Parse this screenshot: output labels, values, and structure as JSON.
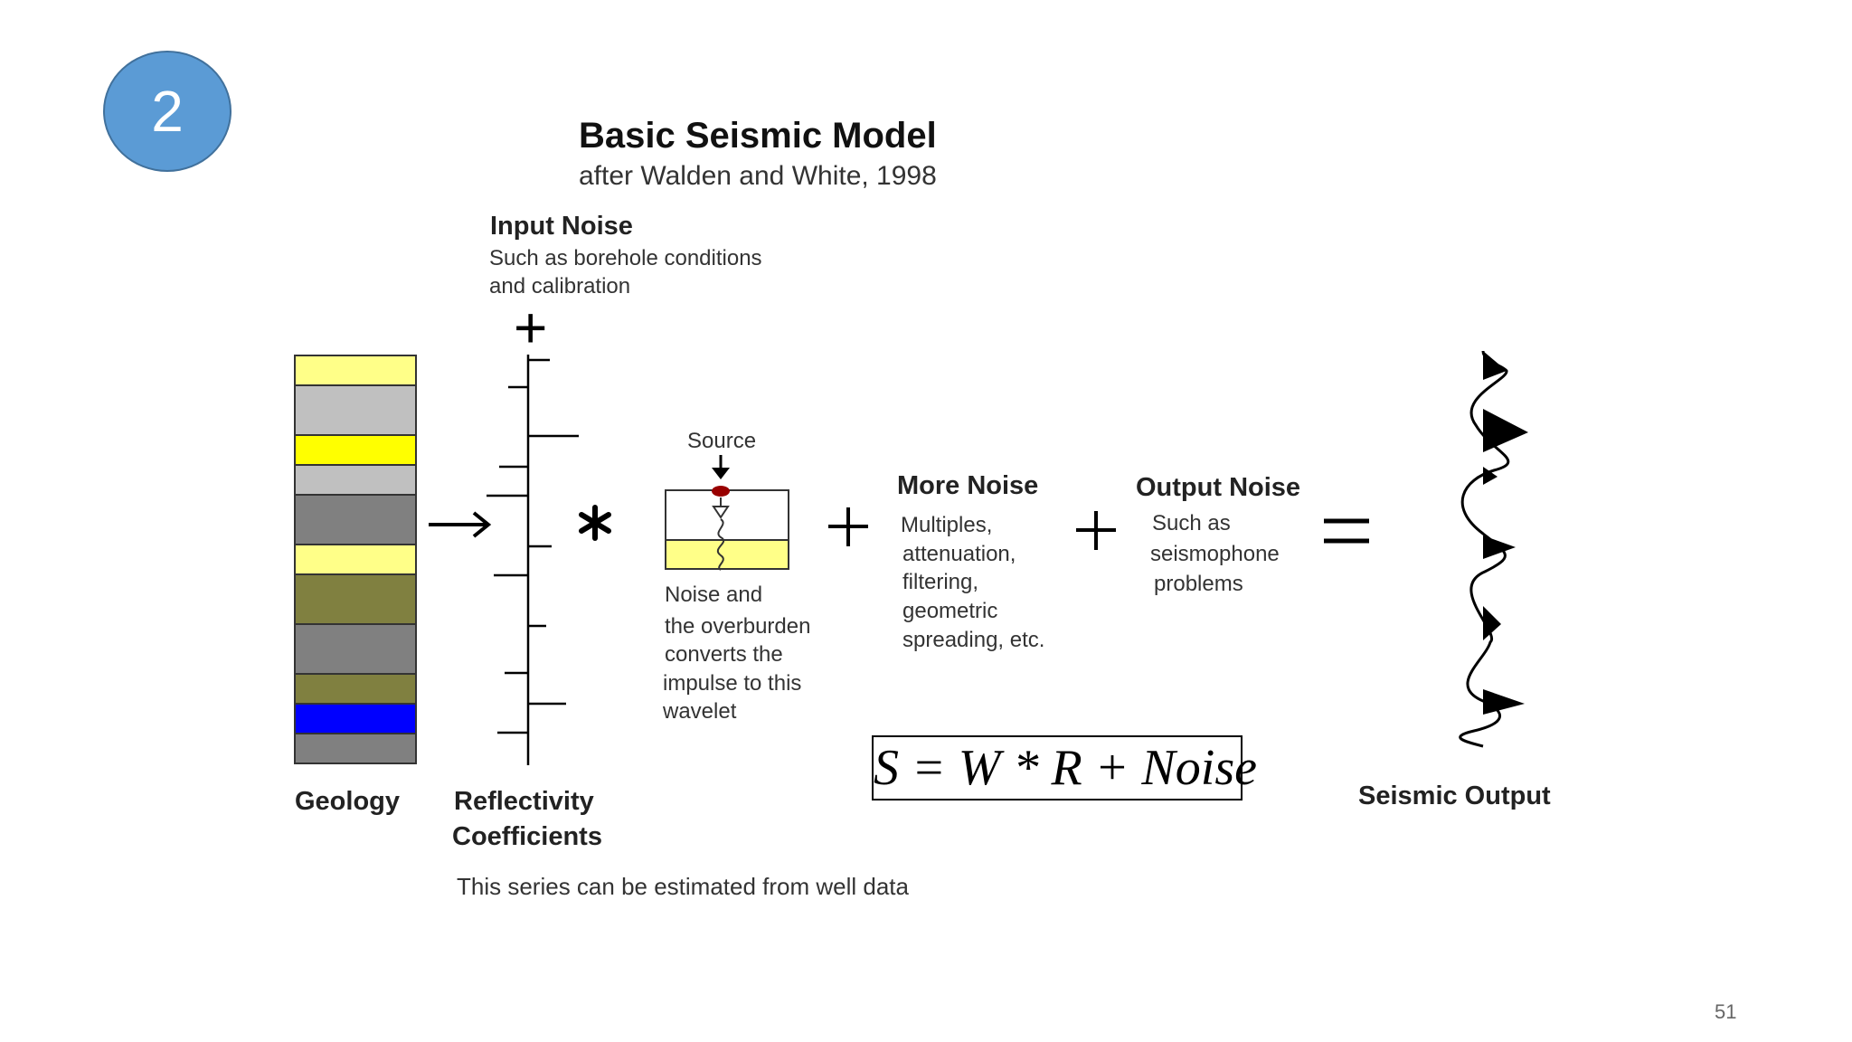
{
  "slide_number_badge": "2",
  "title": "Basic Seismic Model",
  "subtitle": "after Walden and White, 1998",
  "input_noise": {
    "heading": "Input Noise",
    "line1": "Such as borehole conditions",
    "line2": "and calibration"
  },
  "source_label": "Source",
  "wavelet_note": [
    "Noise and",
    "the overburden",
    "converts the",
    "impulse to this",
    "wavelet"
  ],
  "more_noise": {
    "heading": "More Noise",
    "lines": [
      "Multiples,",
      "attenuation,",
      "filtering,",
      "geometric",
      "spreading, etc."
    ]
  },
  "output_noise": {
    "heading": "Output Noise",
    "lines": [
      "Such as",
      "seismophone",
      "problems"
    ]
  },
  "operators": {
    "plus": "+",
    "convolve": "*",
    "equals": "=",
    "arrow": "→"
  },
  "formula": "S = W * R + Noise",
  "labels": {
    "geology": "Geology",
    "reflectivity_line1": "Reflectivity",
    "reflectivity_line2": "Coefficients",
    "seismic_output": "Seismic Output",
    "well_data_note": "This series can be estimated from well data"
  },
  "page_number": "51",
  "colors": {
    "badge": "#5b9bd5",
    "light_yellow": "#ffff88",
    "yellow": "#ffff00",
    "light_gray": "#c0c0c0",
    "gray": "#808080",
    "olive": "#808040",
    "blue": "#0000ff",
    "source_dot": "#990000"
  }
}
